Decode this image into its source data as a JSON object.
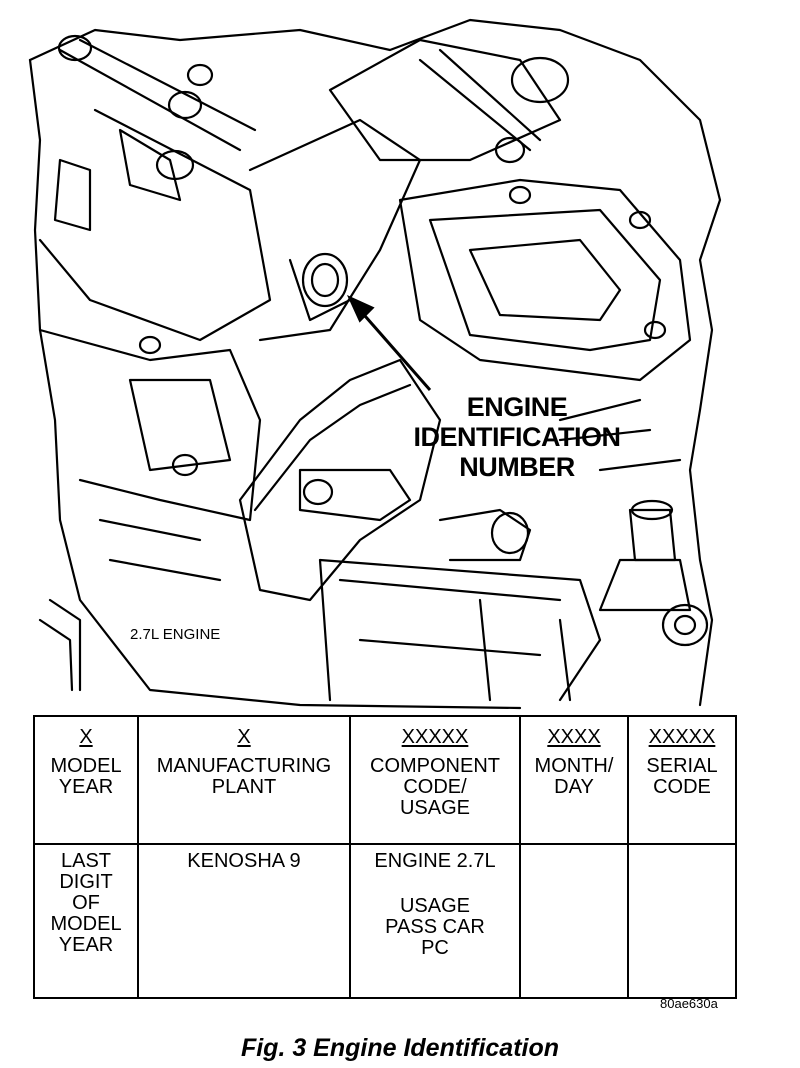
{
  "diagram": {
    "callout_lines": [
      "ENGINE",
      "IDENTIFICATION",
      "NUMBER"
    ],
    "engine_label": "2.7L ENGINE",
    "reference_code": "80ae630a",
    "caption": "Fig. 3 Engine Identification"
  },
  "table": {
    "header": [
      {
        "code": "X",
        "label": "MODEL\nYEAR"
      },
      {
        "code": "X",
        "label": "MANUFACTURING\nPLANT"
      },
      {
        "code": "XXXXX",
        "label": "COMPONENT\nCODE/\nUSAGE"
      },
      {
        "code": "XXXX",
        "label": "MONTH/\nDAY"
      },
      {
        "code": "XXXXX",
        "label": "SERIAL\nCODE"
      }
    ],
    "row": {
      "model_year": "LAST\nDIGIT\nOF\nMODEL\nYEAR",
      "plant": "KENOSHA 9",
      "component_engine": "ENGINE 2.7L",
      "component_usage": "USAGE\nPASS CAR\nPC",
      "month_day": "",
      "serial": ""
    }
  }
}
